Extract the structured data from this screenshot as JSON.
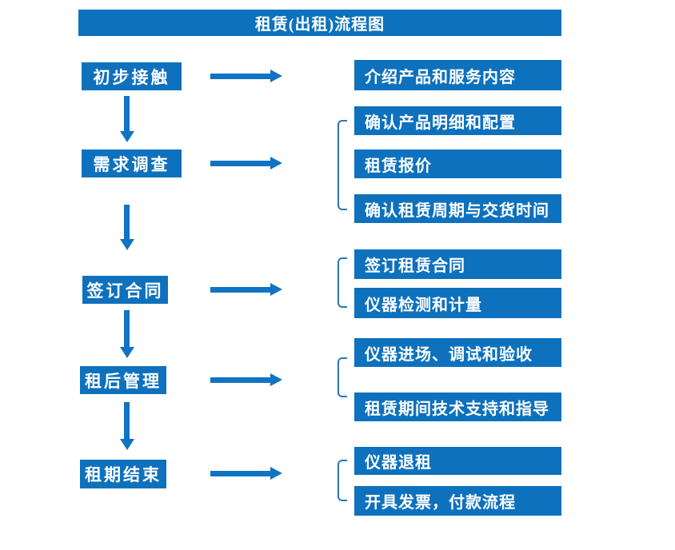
{
  "title": "租赁(出租)流程图",
  "stages": [
    {
      "label": "初步接触"
    },
    {
      "label": "需求调查"
    },
    {
      "label": "签订合同"
    },
    {
      "label": "租后管理"
    },
    {
      "label": "租期结束"
    }
  ],
  "details": [
    {
      "label": "介绍产品和服务内容"
    },
    {
      "label": "确认产品明细和配置"
    },
    {
      "label": "租赁报价"
    },
    {
      "label": "确认租赁周期与交货时间"
    },
    {
      "label": "签订租赁合同"
    },
    {
      "label": "仪器检测和计量"
    },
    {
      "label": "仪器进场、调试和验收"
    },
    {
      "label": "租赁期间技术支持和指导"
    },
    {
      "label": "仪器退租"
    },
    {
      "label": "开具发票，付款流程"
    }
  ],
  "colors": {
    "box": "#0e71bd",
    "arrow": "#1173c4",
    "bracket": "#2e75b6",
    "text": "#ffffff",
    "bg": "#ffffff"
  }
}
